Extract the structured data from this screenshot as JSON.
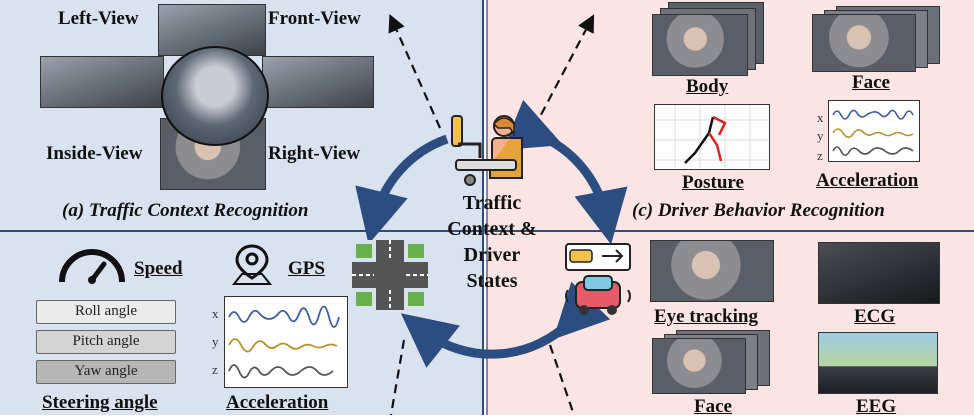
{
  "traffic": {
    "left_view": "Left-View",
    "front_view": "Front-View",
    "inside_view": "Inside-View",
    "right_view": "Right-View",
    "title": "(a) Traffic Context Recognition"
  },
  "vehicle": {
    "speed": "Speed",
    "gps": "GPS",
    "angles": [
      "Roll angle",
      "Pitch angle",
      "Yaw angle"
    ],
    "steering": "Steering angle",
    "acceleration": "Acceleration",
    "axes": [
      "x",
      "y",
      "z"
    ]
  },
  "driver": {
    "body": "Body",
    "face": "Face",
    "posture": "Posture",
    "acceleration": "Acceleration",
    "title": "(c) Driver Behavior Recognition",
    "axes": [
      "x",
      "y",
      "z"
    ]
  },
  "physio": {
    "eye_tracking": "Eye tracking",
    "ecg": "ECG",
    "face": "Face",
    "eeg": "EEG"
  },
  "center": {
    "label_lines": [
      "Traffic",
      "Context &",
      "Driver",
      "States"
    ]
  },
  "colors": {
    "blue_panel": "#d9e3f0",
    "pink_panel": "#fbe4e4",
    "arrow": "#2b4d80",
    "signal_x": "#3b5ea8",
    "signal_y": "#b8922a",
    "signal_z": "#555555"
  }
}
